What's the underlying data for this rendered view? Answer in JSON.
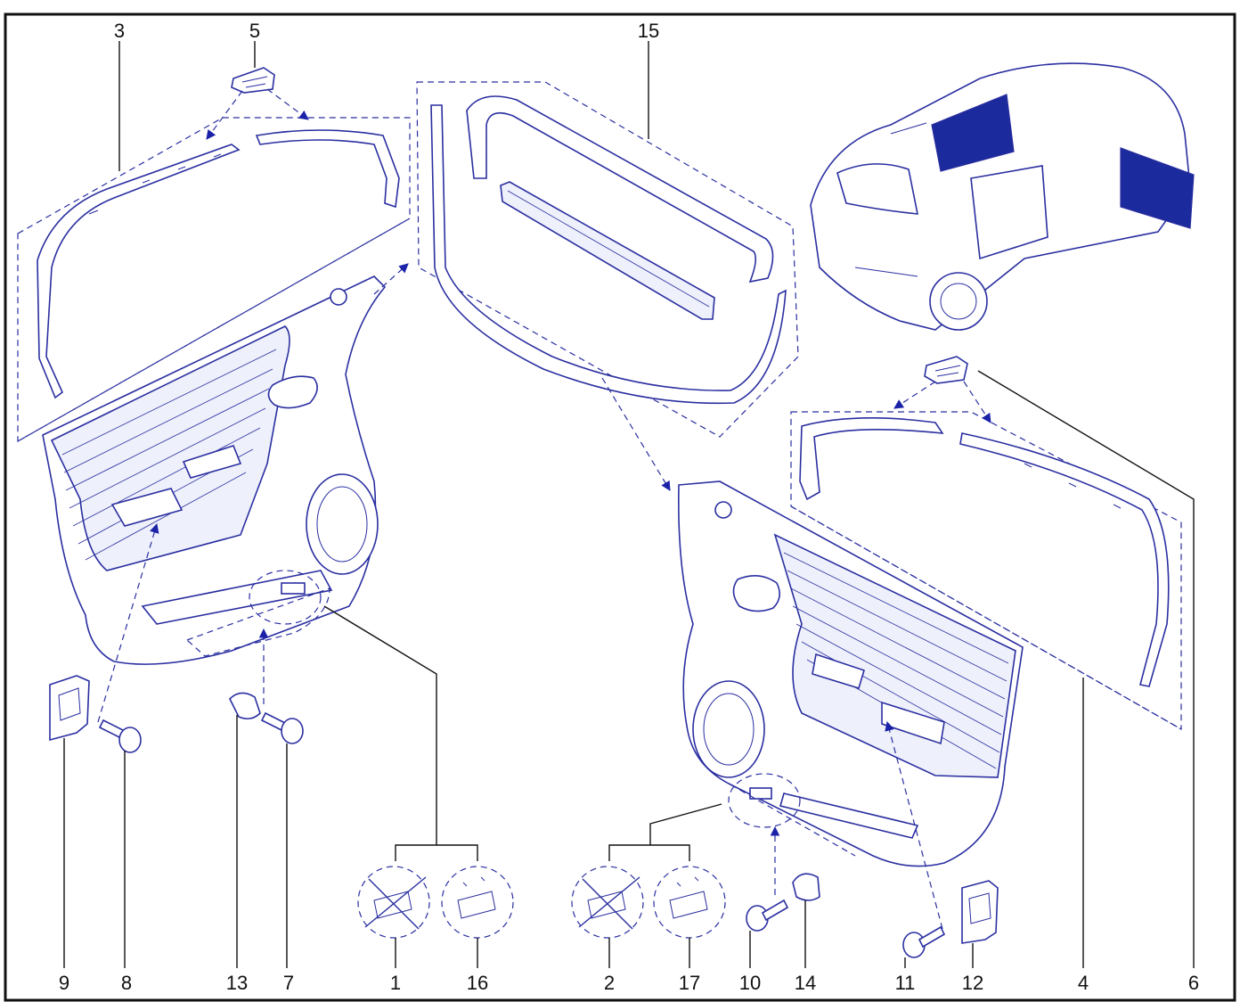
{
  "callouts": {
    "c1": "1",
    "c2": "2",
    "c3": "3",
    "c4": "4",
    "c5": "5",
    "c6": "6",
    "c7": "7",
    "c8": "8",
    "c9": "9",
    "c10": "10",
    "c11": "11",
    "c12": "12",
    "c13": "13",
    "c14": "14",
    "c15": "15",
    "c16": "16",
    "c17": "17"
  },
  "colors": {
    "line": "#2a2fa0",
    "accent": "#1b22a8",
    "frame": "#111111"
  },
  "icons": [
    "door-trim-panel-icon",
    "weatherstrip-seal-icon",
    "upper-trim-strip-icon",
    "clip-icon",
    "screw-icon",
    "push-rivet-icon",
    "vehicle-icon",
    "crossed-out-detail-icon",
    "detail-view-icon"
  ]
}
